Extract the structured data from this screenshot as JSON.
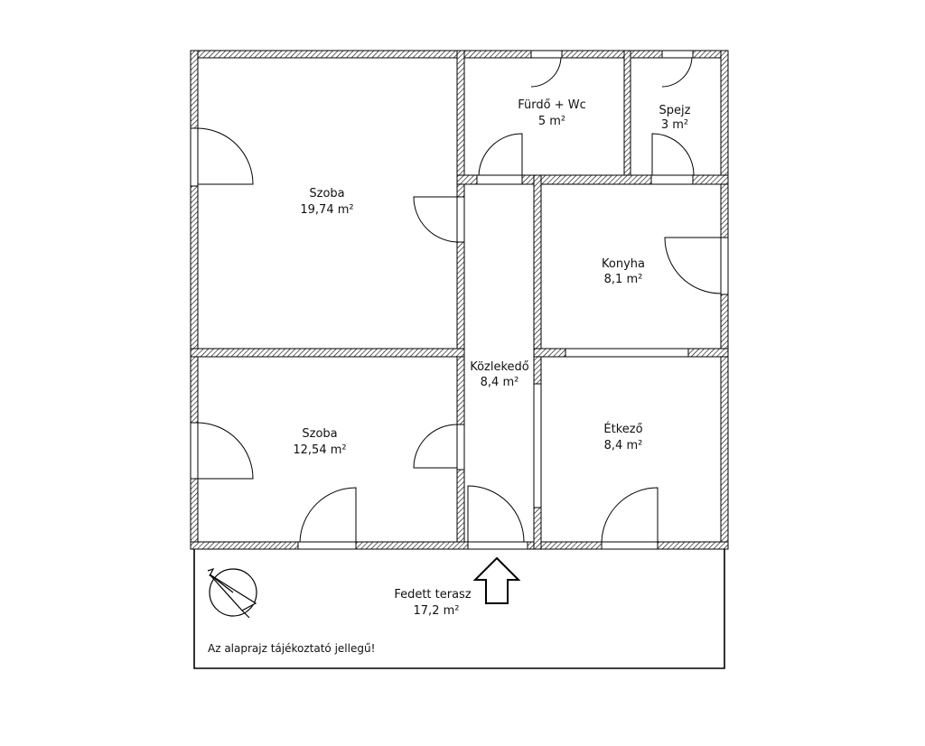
{
  "rooms": {
    "szoba1": {
      "name": "Szoba",
      "area": "19,74 m²"
    },
    "furdo": {
      "name": "Fürdő + Wc",
      "area": "5 m²"
    },
    "spejz": {
      "name": "Spejz",
      "area": "3 m²"
    },
    "konyha": {
      "name": "Konyha",
      "area": "8,1 m²"
    },
    "kozlekedo": {
      "name": "Közlekedő",
      "area": "8,4 m²"
    },
    "szoba2": {
      "name": "Szoba",
      "area": "12,54 m²"
    },
    "etkezo": {
      "name": "Étkező",
      "area": "8,4 m²"
    },
    "terasz": {
      "name": "Fedett terasz",
      "area": "17,2 m²"
    }
  },
  "note": "Az alaprajz tájékoztató jellegű!",
  "icons": {
    "compass": "north-arrow-icon",
    "entrance": "entrance-arrow-icon"
  },
  "colors": {
    "wall": "#000000",
    "background": "#ffffff"
  }
}
